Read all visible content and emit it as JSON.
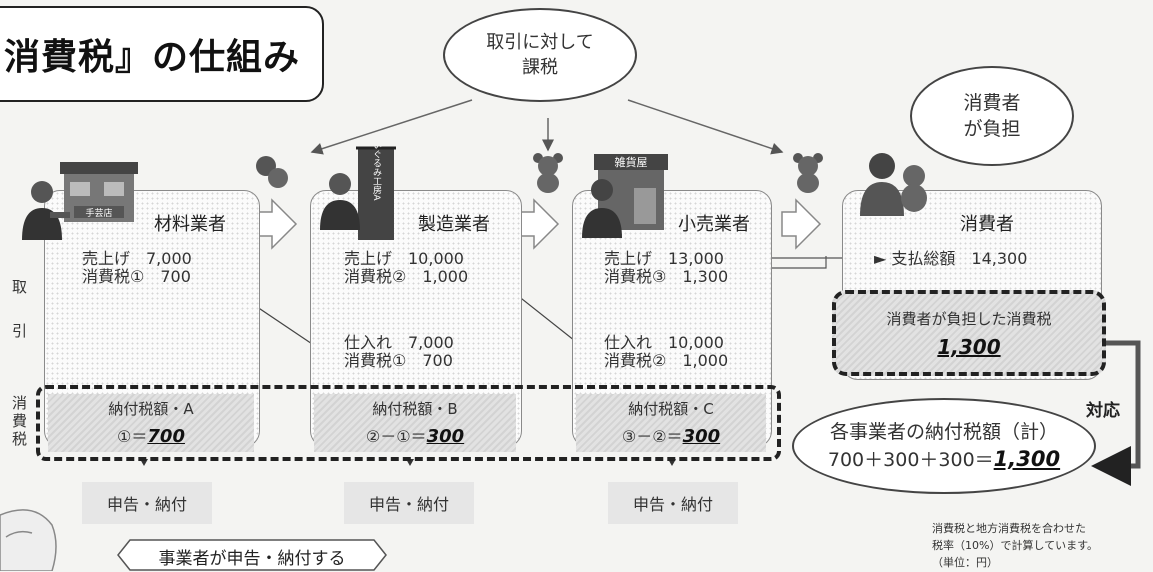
{
  "title": "消費税』の仕組み",
  "bubble_top": {
    "line1": "取引に対して",
    "line2": "課税"
  },
  "bubble_consumer": {
    "line1": "消費者",
    "line2": "が負担"
  },
  "row_labels": {
    "trade_1": "取",
    "trade_2": "引",
    "tax_1": "消",
    "tax_2": "費",
    "tax_3": "税"
  },
  "stages": [
    {
      "name": "材料業者",
      "sales": "売上げ　7,000",
      "sales_tax": "消費税①　700",
      "purchase": "",
      "purchase_tax": "",
      "tax_label": "納付税額・A",
      "tax_formula": "①＝",
      "tax_amount": "700",
      "filing": "申告・納付"
    },
    {
      "name": "製造業者",
      "sales": "売上げ　10,000",
      "sales_tax": "消費税②　1,000",
      "purchase": "仕入れ　7,000",
      "purchase_tax": "消費税①　700",
      "tax_label": "納付税額・B",
      "tax_formula": "②－①＝",
      "tax_amount": "300",
      "filing": "申告・納付"
    },
    {
      "name": "小売業者",
      "sales": "売上げ　13,000",
      "sales_tax": "消費税③　1,300",
      "purchase": "仕入れ　10,000",
      "purchase_tax": "消費税②　1,000",
      "tax_label": "納付税額・C",
      "tax_formula": "③－②＝",
      "tax_amount": "300",
      "filing": "申告・納付"
    }
  ],
  "shop_sign": "手芸店",
  "banner_text": "ぬいぐるみ工房A",
  "store_sign": "雑貨屋",
  "consumer": {
    "name": "消費者",
    "payment": "► 支払総額　14,300",
    "burden_label": "消費者が負担した消費税",
    "burden_amount": "1,300"
  },
  "correspondence": "対応",
  "total": {
    "label": "各事業者の納付税額（計）",
    "formula": "700＋300＋300＝",
    "amount": "1,300"
  },
  "speech": "事業者が申告・納付する",
  "note": {
    "line1": "消費税と地方消費税を合わせた",
    "line2": "税率（10%）で計算しています。",
    "line3": "（単位：円）"
  }
}
